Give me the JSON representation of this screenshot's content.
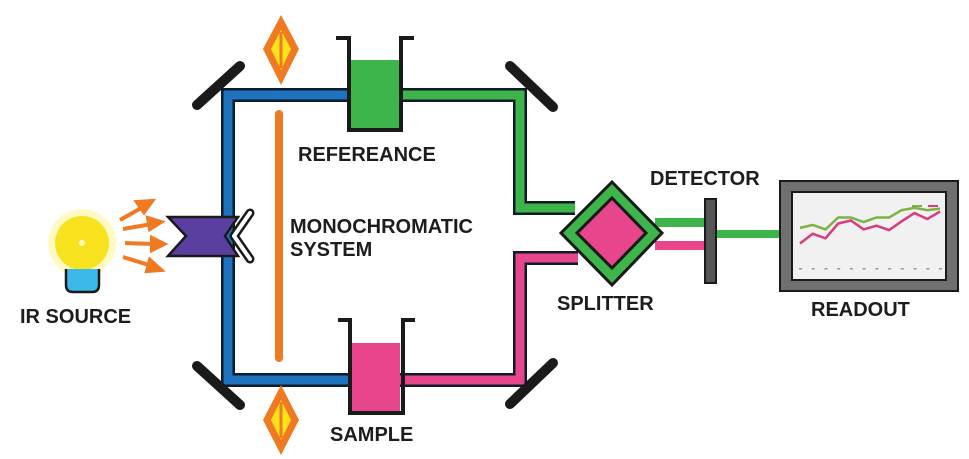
{
  "labels": {
    "ir_source": "IR SOURCE",
    "reference": "REFEREANCE",
    "monochromatic_line1": "MONOCHROMATIC",
    "monochromatic_line2": "SYSTEM",
    "sample": "SAMPLE",
    "splitter": "SPLITTER",
    "detector": "DETECTOR",
    "readout": "READOUT"
  },
  "colors": {
    "source_beam": "#1e73be",
    "reference_beam": "#3db54a",
    "sample_beam": "#e8468c",
    "monochromator": "#f07a22",
    "flame_outer": "#f07a22",
    "flame_inner": "#ffe21a",
    "prism": "#5b3fa0",
    "bulb": "#f8e21e",
    "bulb_base": "#3cb9e8",
    "mirror": "#1a1a1a",
    "detector": "#555555",
    "screen_frame": "#707070",
    "screen_bg": "#f1f1f1"
  },
  "readout_chart": {
    "type": "line",
    "series": [
      {
        "name": "reference",
        "color": "#7cb342",
        "values": [
          46,
          50,
          44,
          60,
          60,
          54,
          60,
          60,
          70,
          73,
          70,
          72
        ]
      },
      {
        "name": "sample",
        "color": "#d63c7e",
        "values": [
          25,
          38,
          32,
          52,
          56,
          44,
          49,
          43,
          55,
          66,
          58,
          68
        ]
      }
    ],
    "ylim": [
      0,
      100
    ]
  }
}
